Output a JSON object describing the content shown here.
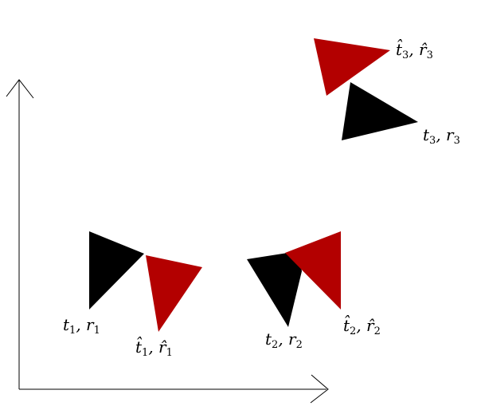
{
  "colors": {
    "ground_truth": "#000000",
    "estimate": "#b30000",
    "axis": "#000000"
  },
  "poses": [
    {
      "id": 1,
      "truth": {
        "t": "t",
        "r": "r",
        "index": "1"
      },
      "estimate": {
        "t": "t̂",
        "r": "r̂",
        "index": "1"
      }
    },
    {
      "id": 2,
      "truth": {
        "t": "t",
        "r": "r",
        "index": "2"
      },
      "estimate": {
        "t": "t̂",
        "r": "r̂",
        "index": "2"
      }
    },
    {
      "id": 3,
      "truth": {
        "t": "t",
        "r": "r",
        "index": "3"
      },
      "estimate": {
        "t": "t̂",
        "r": "r̂",
        "index": "3"
      }
    }
  ]
}
